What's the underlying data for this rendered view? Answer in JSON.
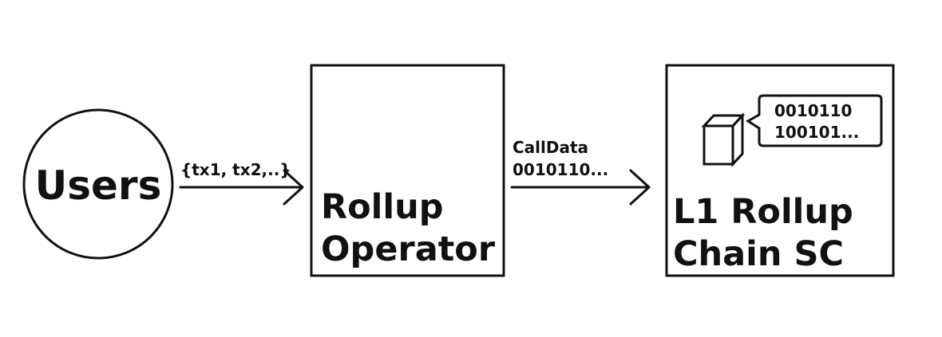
{
  "nodes": {
    "users": {
      "label": "Users"
    },
    "operator": {
      "line1": "Rollup",
      "line2": "Operator"
    },
    "chain": {
      "line1": "L1 Rollup",
      "line2": "Chain SC",
      "bubble_line1": "0010110",
      "bubble_line2": "100101..."
    }
  },
  "edges": {
    "users_to_operator": {
      "label": "{tx1, tx2,..}"
    },
    "operator_to_chain": {
      "label_line1": "CallData",
      "label_line2": "0010110..."
    }
  },
  "colors": {
    "stroke": "#111111",
    "background": "#ffffff"
  },
  "icons": {
    "block": "cube-icon",
    "bubble": "speech-bubble-icon"
  }
}
